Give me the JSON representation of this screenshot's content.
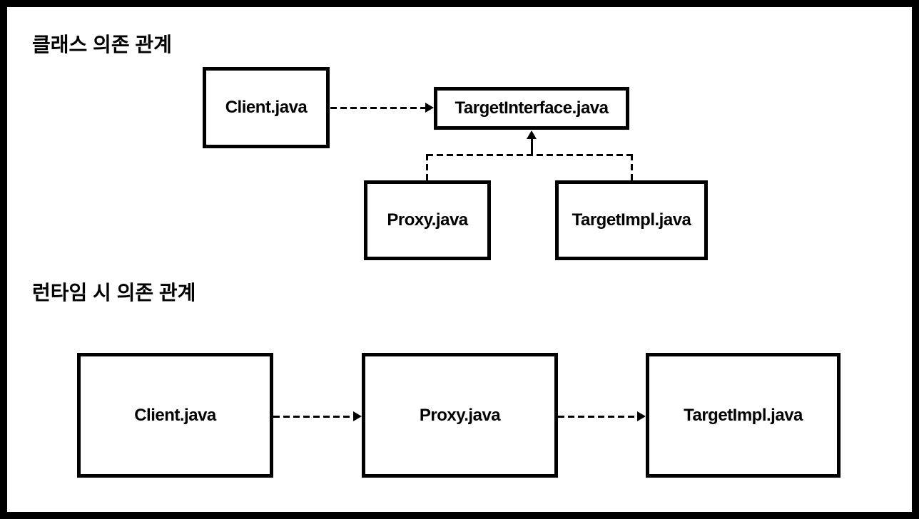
{
  "diagram": {
    "colors": {
      "background": "#ffffff",
      "line": "#000000",
      "text": "#000000"
    },
    "sections": [
      {
        "title": "클래스 의존 관계",
        "nodes": [
          {
            "label": "Client.java"
          },
          {
            "label": "TargetInterface.java"
          },
          {
            "label": "Proxy.java"
          },
          {
            "label": "TargetImpl.java"
          }
        ],
        "edges": [
          {
            "from": "Client.java",
            "to": "TargetInterface.java",
            "style": "dashed",
            "arrow": "right"
          },
          {
            "from": "Proxy.java",
            "to": "TargetInterface.java",
            "style": "dashed",
            "arrow": "up"
          },
          {
            "from": "TargetImpl.java",
            "to": "TargetInterface.java",
            "style": "dashed",
            "arrow": "up"
          }
        ]
      },
      {
        "title": "런타임 시 의존 관계",
        "nodes": [
          {
            "label": "Client.java"
          },
          {
            "label": "Proxy.java"
          },
          {
            "label": "TargetImpl.java"
          }
        ],
        "edges": [
          {
            "from": "Client.java",
            "to": "Proxy.java",
            "style": "dashed",
            "arrow": "right"
          },
          {
            "from": "Proxy.java",
            "to": "TargetImpl.java",
            "style": "dashed",
            "arrow": "right"
          }
        ]
      }
    ]
  }
}
